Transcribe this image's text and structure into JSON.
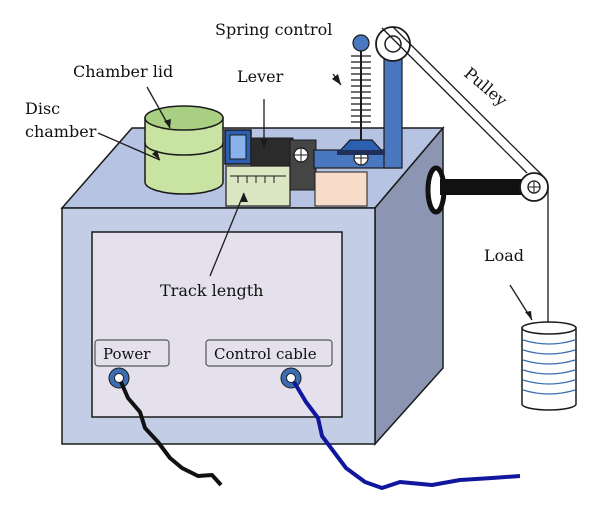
{
  "labels": {
    "spring_control": "Spring control",
    "chamber_lid": "Chamber lid",
    "lever": "Lever",
    "pulley": "Pulley",
    "disc_line1": "Disc",
    "disc_line2": "chamber",
    "track_length": "Track length",
    "load": "Load",
    "power": "Power",
    "control_cable": "Control cable"
  },
  "colors": {
    "box_front": "#c3cee6",
    "box_top": "#b6c3e3",
    "box_side": "#8c95b2",
    "panel": "#e4e1ec",
    "chamber": "#c9e3a2",
    "chamber_top": "#a9cf83",
    "lever_blue": "#4a78c0",
    "power_cable": "#111111",
    "control_cable": "#10169e",
    "load_lines": "#3d6db1"
  }
}
